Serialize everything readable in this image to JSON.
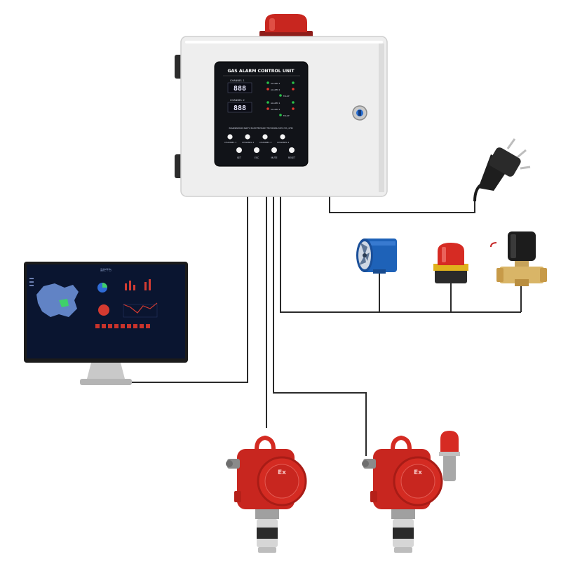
{
  "control_unit": {
    "title": "GAS ALARM CONTROL UNIT",
    "channel_1_label": "CHANNEL 1",
    "channel_2_label": "CHANNEL 2",
    "channel_1_value": "888",
    "channel_2_value": "888",
    "manufacturer": "SHANDONG DAFY ELECTRONIC TECHNOLOGY CO.,LTD",
    "alarm_labels": [
      "ALARM 1",
      "ALARM 2",
      "FAULT",
      "ALARM 1",
      "ALARM 2",
      "FAULT"
    ],
    "channel_buttons": [
      "CHANNEL 1",
      "CHANNEL 2",
      "CHANNEL 3",
      "CHANNEL 4"
    ],
    "function_buttons": [
      "SET",
      "ESC",
      "MUTE",
      "RESET"
    ]
  },
  "detectors": {
    "badge_text": "Ex"
  },
  "dashboard": {
    "title": "监控平台"
  },
  "colors": {
    "detector_red": "#d42b22",
    "panel_dark": "#111318",
    "screen_bg": "#0a1530",
    "wire": "#2a2a2a",
    "led_green": "#29c24a",
    "led_red": "#e03a2f",
    "display_digits": "#e8e8ff"
  }
}
